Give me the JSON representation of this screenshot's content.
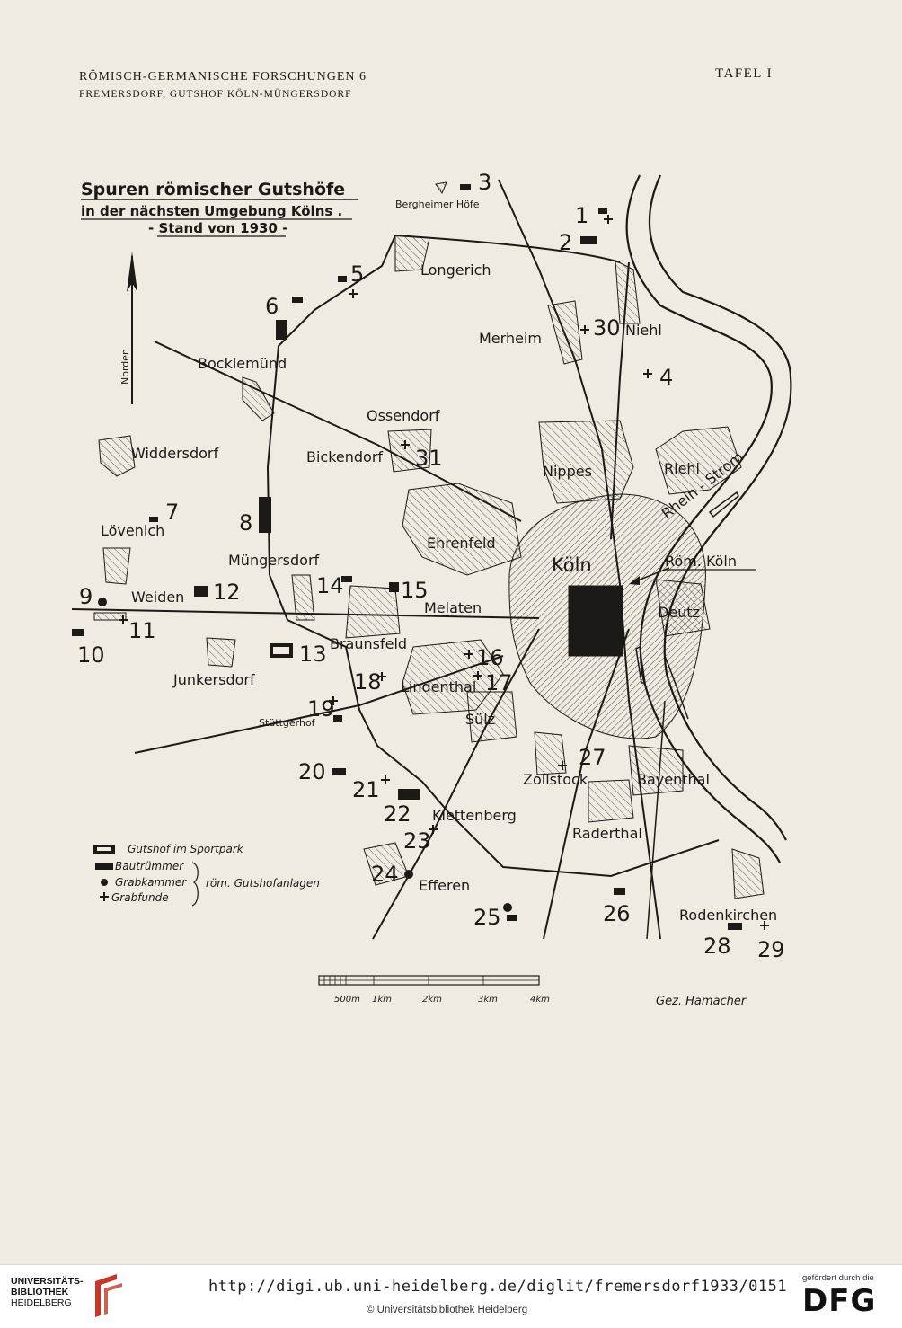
{
  "header": {
    "series": "RÖMISCH-GERMANISCHE FORSCHUNGEN 6",
    "subtitle": "FREMERSDORF, GUTSHOF KÖLN-MÜNGERSDORF",
    "plate": "TAFEL I"
  },
  "map": {
    "title": "Spuren römischer Gutshöfe",
    "title_line2": "in der nächsten Umgebung Kölns .",
    "title_line3": "- Stand von 1930 -",
    "north_label": "Norden",
    "river_label": "Rhein - Strom",
    "roman_city_label": "Röm. Köln",
    "places": {
      "bergheimer": "Bergheimer Höfe",
      "longerich": "Longerich",
      "merheim": "Merheim",
      "niehl": "Niehl",
      "bocklemuend": "Bocklemünd",
      "ossendorf": "Ossendorf",
      "bickendorf": "Bickendorf",
      "widdersdorf": "Widdersdorf",
      "nippes": "Nippes",
      "riehl": "Riehl",
      "loevenich": "Lövenich",
      "ehrenfeld": "Ehrenfeld",
      "koeln": "Köln",
      "muengersdorf": "Müngersdorf",
      "weiden": "Weiden",
      "melaten": "Melaten",
      "deutz": "Deutz",
      "braunsfeld": "Braunsfeld",
      "junkersdorf": "Junkersdorf",
      "lindenthal": "Lindenthal",
      "stuettgerhof": "Stüttgerhof",
      "suelz": "Sülz",
      "zollstock": "Zollstock",
      "bayenthal": "Bayenthal",
      "klettenberg": "Klettenberg",
      "raderthal": "Raderthal",
      "efferen": "Efferen",
      "rodenkirchen": "Rodenkirchen"
    },
    "numbers": {
      "n1": "1",
      "n2": "2",
      "n3": "3",
      "n4": "4",
      "n5": "5",
      "n6": "6",
      "n7": "7",
      "n8": "8",
      "n9": "9",
      "n10": "10",
      "n11": "11",
      "n12": "12",
      "n13": "13",
      "n14": "14",
      "n15": "15",
      "n16": "16",
      "n17": "17",
      "n18": "18",
      "n19": "19",
      "n20": "20",
      "n21": "21",
      "n22": "22",
      "n23": "23",
      "n24": "24",
      "n25": "25",
      "n26": "26",
      "n27": "27",
      "n28": "28",
      "n29": "29",
      "n30": "30"
    },
    "legend": {
      "sportpark": "Gutshof im Sportpark",
      "bautruemmer": "Bautrümmer",
      "grabkammer": "Grabkammer",
      "grabfunde": "Grabfunde",
      "group": "röm. Gutshofanlagen"
    },
    "scale": {
      "s500": "500m",
      "s1": "1km",
      "s2": "2km",
      "s3": "3km",
      "s4": "4km"
    },
    "credit": "Gez. Hamacher"
  },
  "footer": {
    "library_line1": "UNIVERSITÄTS-",
    "library_line2": "BIBLIOTHEK",
    "library_line3": "HEIDELBERG",
    "url": "http://digi.ub.uni-heidelberg.de/diglit/fremersdorf1933/0151",
    "copyright": "© Universitätsbibliothek Heidelberg",
    "funding_note": "gefördert durch die",
    "funder": "DFG"
  },
  "colors": {
    "paper": "#efebe0",
    "ink": "#1b1a17",
    "accent_red": "#c0392b"
  }
}
